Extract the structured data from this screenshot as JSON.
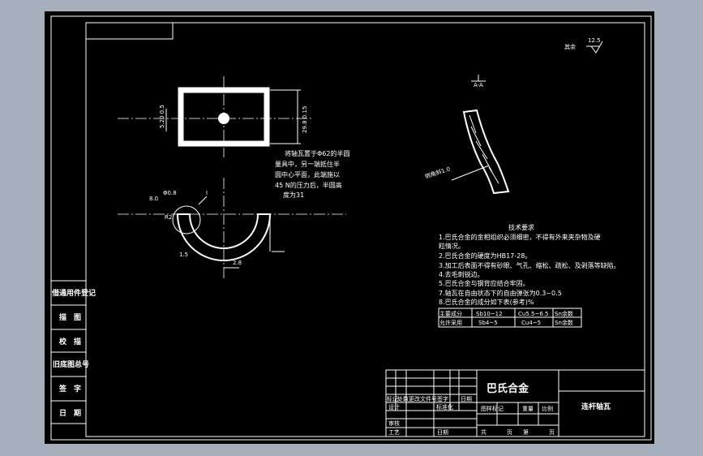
{
  "surface_roughness": {
    "prefix": "其余",
    "value": "12.5"
  },
  "section": {
    "label": "A-A",
    "chamfer_note": "倒角斜1.0"
  },
  "top_view": {
    "dim_left": "5.20 0.5",
    "dim_right": "29.8 0.15"
  },
  "assembly_note": [
    "将轴瓦置于Φ62的半圆",
    "量具中，另一端抵住半",
    "圆中心平面，此端施以",
    "45 N的压力后，半圆高",
    "度为31"
  ],
  "front_view": {
    "dim_a": "8.0",
    "dim_b": "Φ0.8",
    "dim_c": "I",
    "dim_r": "R2",
    "dim_bottom": "2.8",
    "dim_thk": "1.5"
  },
  "tech_req": {
    "title": "技术要求",
    "items": [
      "1.巴氏合金的金相组织必须细密，不得有外来夹杂物及硬",
      "  粒情况。",
      "2.巴氏合金的硬度为HB17-28。",
      "3.加工后表面不得有砂眼、气孔、缩松、疏松、及剥落等缺陷。",
      "4.去毛刺锐边。",
      "5.巴氏合金与钢背应结合牢固。",
      "7.轴瓦在自由状态下的自由弹张为0.3~0.5",
      "8.巴氏合金的成分如下表(参考)%"
    ]
  },
  "comp_table": [
    [
      "主要成分",
      "Sb10~12",
      "Cu5.5~6.5",
      "Sn余数"
    ],
    [
      "允许采用",
      "Sb4~5",
      "Cu4~5",
      "Sn余数"
    ]
  ],
  "left_labels": [
    "借通用件登记",
    "描　图",
    "校　描",
    "旧底图总号",
    "签　字",
    "日　期"
  ],
  "title_block": {
    "material": "巴氏合金",
    "part_name": "连杆轴瓦",
    "mid_labels": [
      "图样标记",
      "重量",
      "比例"
    ],
    "row_labels": [
      "标记",
      "处数",
      "更改文件号",
      "签字",
      "日期"
    ],
    "person_labels": [
      "设计",
      "标准化"
    ],
    "approve_labels": [
      "审核",
      "工艺",
      "日期"
    ],
    "sheet_labels": [
      "共",
      "页",
      "第",
      "页"
    ]
  }
}
